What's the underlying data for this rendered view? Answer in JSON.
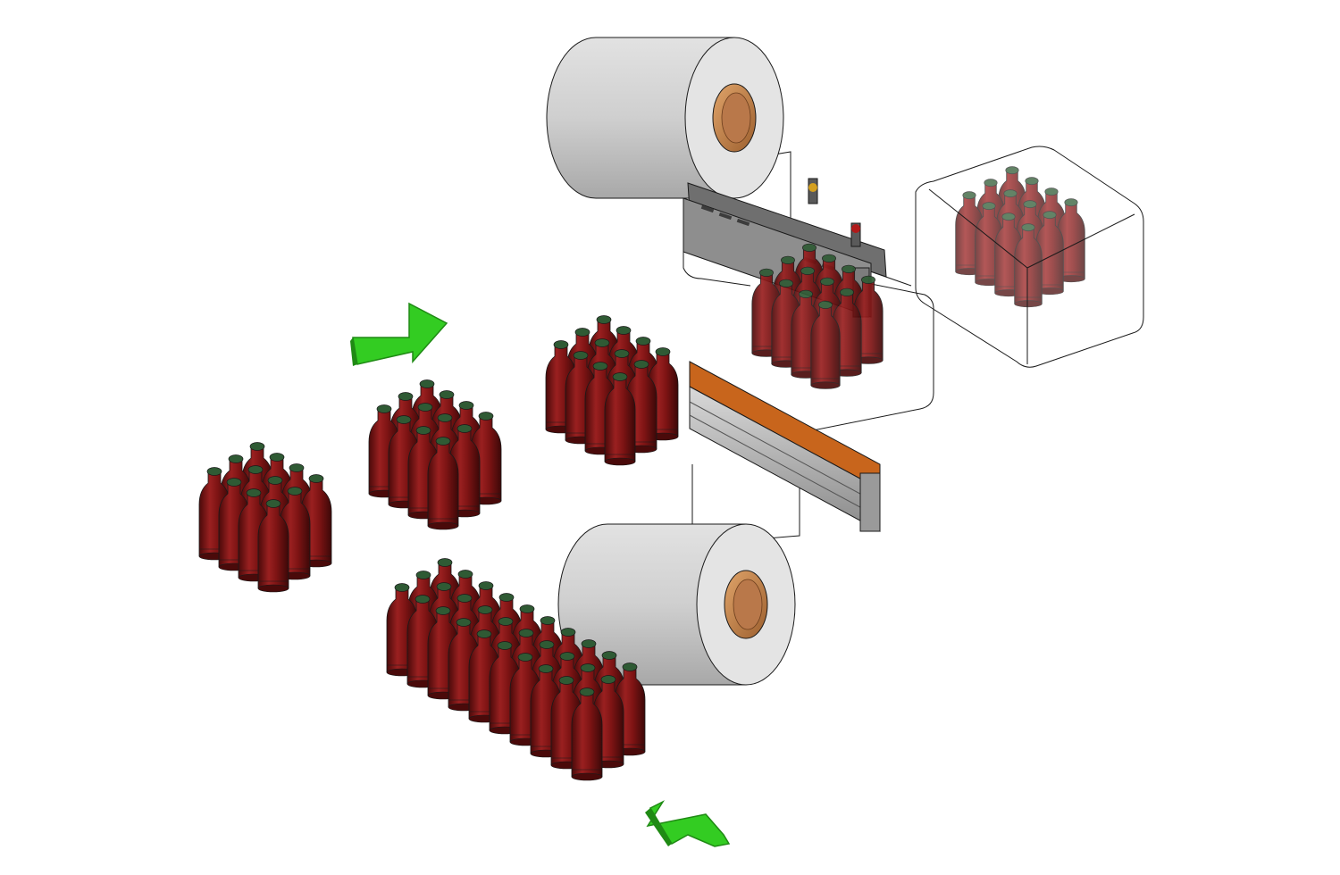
{
  "colors": {
    "background": "#ffffff",
    "bottle_body": "#7e1414",
    "bottle_dark": "#4a0a0a",
    "bottle_highlight": "#a52a2a",
    "bottle_cap": "#2f5a34",
    "film_roll": "#cfcfcf",
    "film_roll_dark": "#9a9a9a",
    "roll_core": "#c98a55",
    "arrow_fill": "#33cc22",
    "arrow_dark": "#1f8a14",
    "outline": "#1a1a1a",
    "frame_metal": "#8c8c8c",
    "sealer_bar": "#c8651c"
  },
  "icons": {
    "feed_arrow_top": "arrow-right-icon",
    "feed_arrow_bottom": "arrow-up-right-icon"
  },
  "groups": {
    "loose_pack_left": {
      "rows": 3,
      "cols": 4
    },
    "loose_pack_middle": {
      "rows": 3,
      "cols": 4
    },
    "long_pack_bottom": {
      "rows": 3,
      "cols": 10
    },
    "pack_entering_sealer": {
      "rows": 3,
      "cols": 4
    },
    "pack_in_film": {
      "rows": 3,
      "cols": 4
    },
    "wrapped_pack_output": {
      "rows": 3,
      "cols": 4
    }
  }
}
